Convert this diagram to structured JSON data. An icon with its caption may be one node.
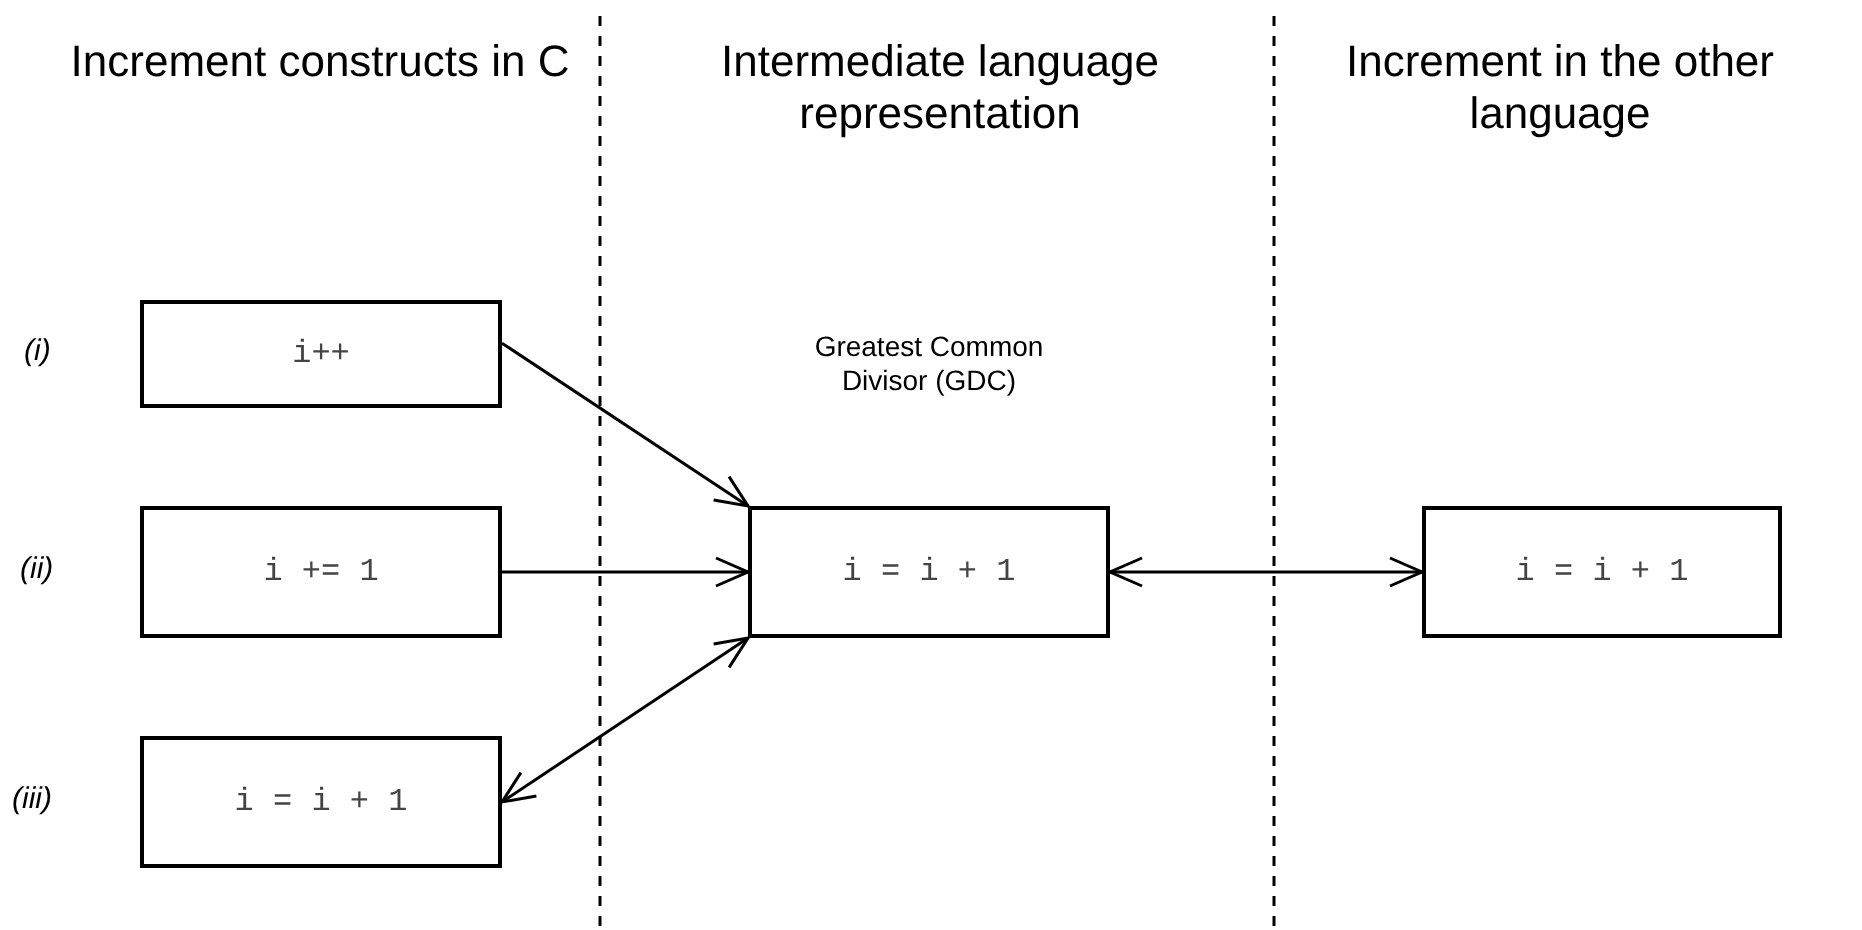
{
  "diagram": {
    "nodes": [
      {
        "text": [
          "i++"
        ],
        "beside": [
          "(i)"
        ]
      },
      {
        "text": [
          "i += 1"
        ],
        "beside": [
          "(ii)"
        ]
      },
      {
        "text": [
          "i = i + 1"
        ],
        "beside": [
          "(iii)"
        ]
      },
      {
        "text": [
          "i = i + 1"
        ],
        "beside": [
          "Greatest Common Divisor (GDC)"
        ]
      },
      {
        "text": [
          "i = i + 1"
        ]
      }
    ],
    "edges": [
      {
        "from": 0,
        "to": 3,
        "arrow": "to"
      },
      {
        "from": 1,
        "to": 3,
        "arrow": "to"
      },
      {
        "from": 2,
        "to": 3,
        "arrow": "both"
      },
      {
        "from": 3,
        "to": 4,
        "arrow": "both"
      }
    ],
    "labels": [
      "Increment constructs in C",
      "Intermediate language representation",
      "Increment in the other language"
    ]
  }
}
